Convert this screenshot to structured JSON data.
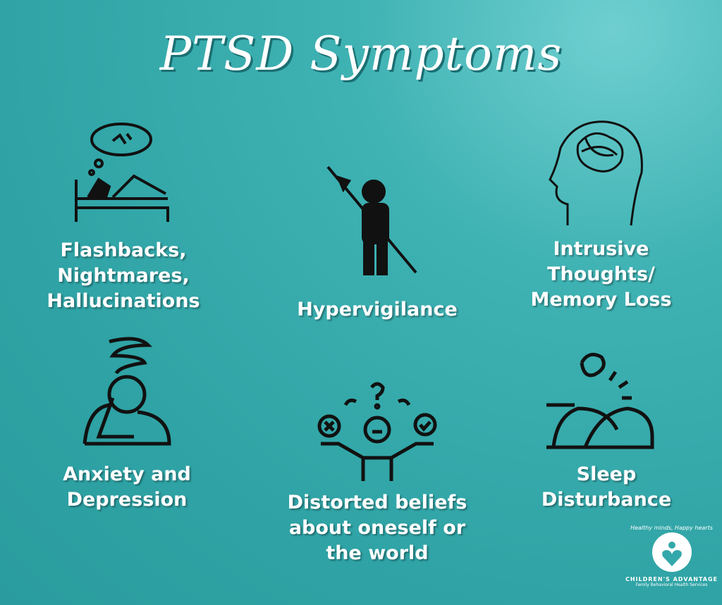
{
  "title": "PTSD Symptoms",
  "symptoms": [
    {
      "label": "Flashbacks, Nightmares, Hallucinations",
      "icon": "nightmare-bed-icon"
    },
    {
      "label": "Hypervigilance",
      "icon": "armored-guard-icon"
    },
    {
      "label": "Intrusive Thoughts/ Memory Loss",
      "icon": "tangled-brain-head-icon"
    },
    {
      "label": "Anxiety and Depression",
      "icon": "distressed-person-icon"
    },
    {
      "label": "Distorted beliefs about oneself or the world",
      "icon": "confused-person-scales-icon"
    },
    {
      "label": "Sleep Disturbance",
      "icon": "sleepless-person-icon"
    }
  ],
  "logo": {
    "tagline": "Healthy minds, Happy hearts",
    "name": "CHILDREN'S ADVANTAGE",
    "subtitle": "Family Behavioral Health Services"
  },
  "colors": {
    "background": "#33a8aa",
    "text": "#ffffff",
    "icon": "#111111"
  }
}
